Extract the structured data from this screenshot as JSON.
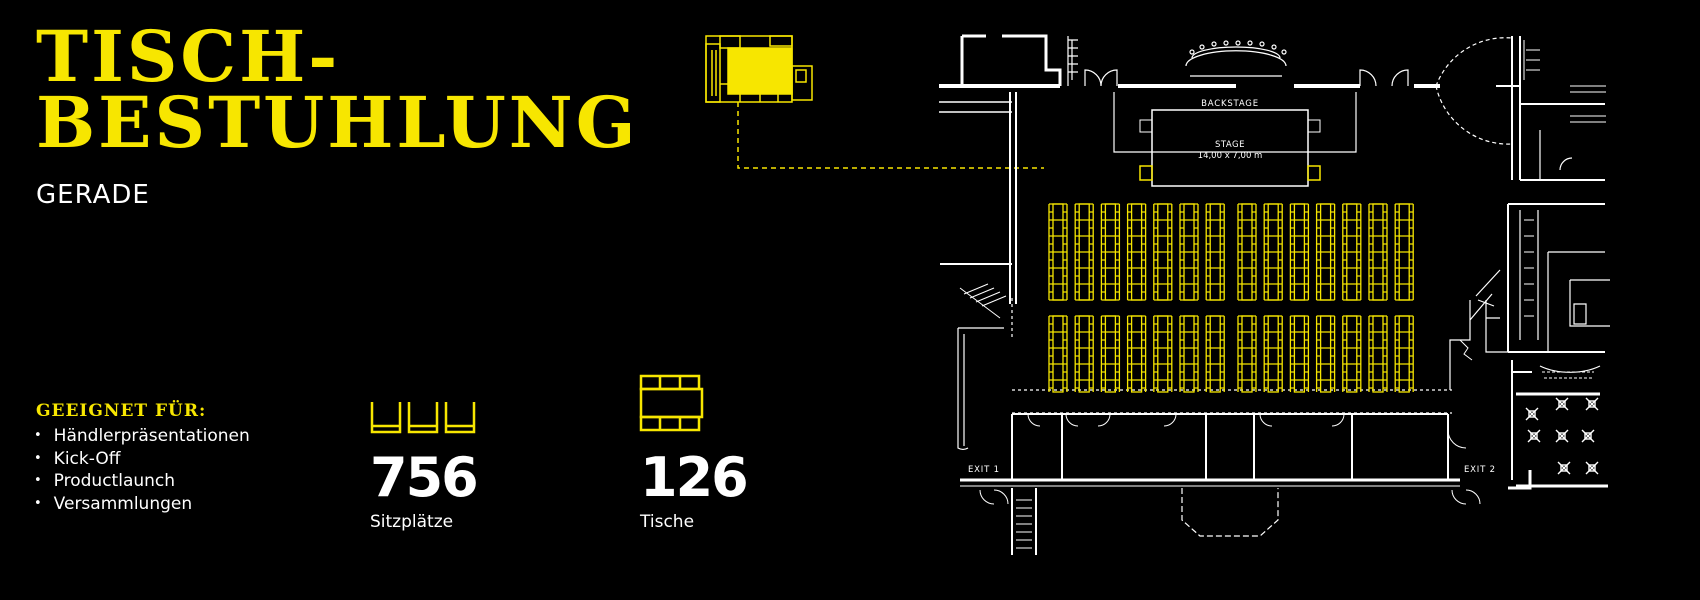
{
  "title": {
    "line1": "TISCH-",
    "line2": "BESTUHLUNG"
  },
  "subtitle": "GERADE",
  "suitable": {
    "label": "GEEIGNET FÜR:",
    "items": [
      "Händlerpräsentationen",
      "Kick-Off",
      "Productlaunch",
      "Versammlungen"
    ]
  },
  "stats": {
    "seats": {
      "value": "756",
      "label": "Sitzplätze",
      "icon": "chairs-icon"
    },
    "tables": {
      "value": "126",
      "label": "Tische",
      "icon": "table-with-chairs-icon"
    }
  },
  "floorplan": {
    "backstage": "BACKSTAGE",
    "stage_label": "STAGE",
    "stage_size": "14,00 x 7,00 m",
    "exit1": "EXIT 1",
    "exit2": "EXIT 2"
  },
  "colors": {
    "accent": "#f7e600",
    "background": "#000000",
    "lines": "#ffffff"
  }
}
